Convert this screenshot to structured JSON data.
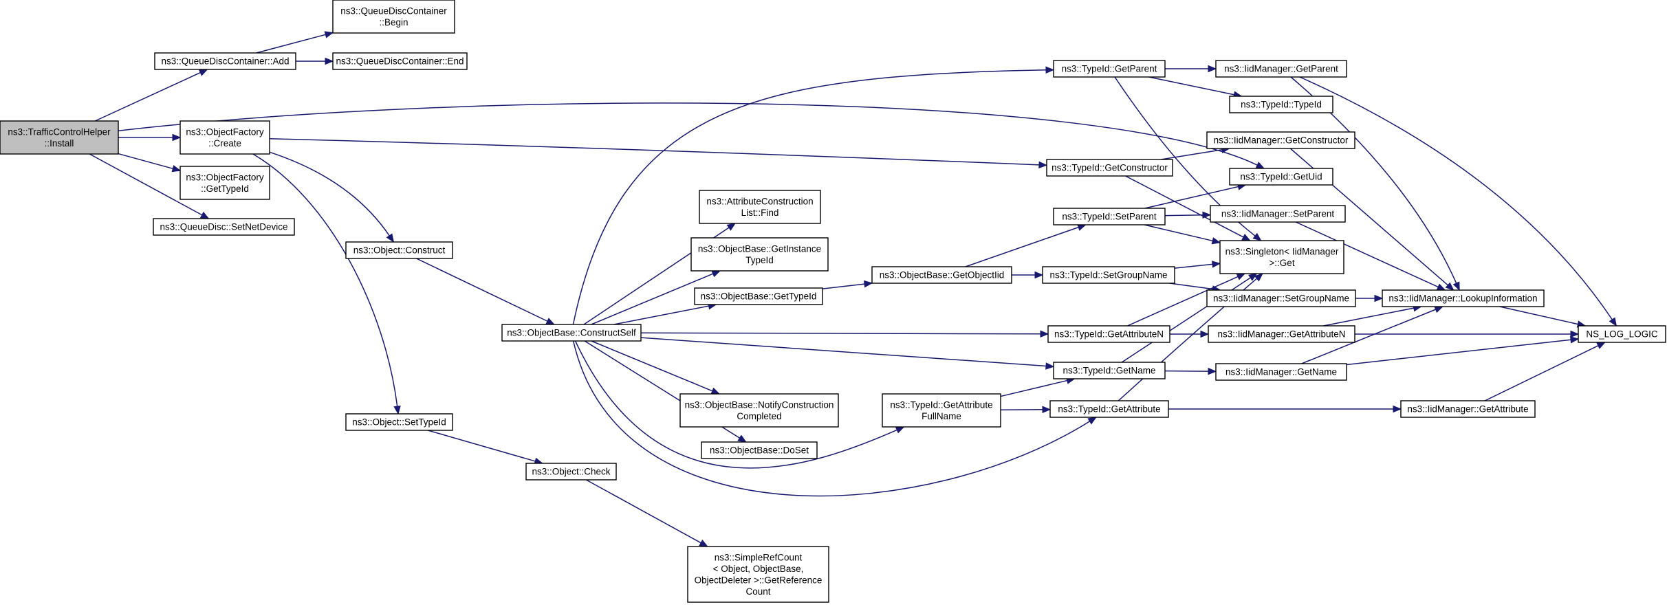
{
  "colors": {
    "edge": "#191970",
    "node_border": "#000000",
    "root_fill": "#bfbfbf",
    "node_fill": "#ffffff"
  },
  "nodes": {
    "install": [
      "ns3::TrafficControlHelper",
      "::Install"
    ],
    "qdc_add": [
      "ns3::QueueDiscContainer::Add"
    ],
    "qdc_begin": [
      "ns3::QueueDiscContainer",
      "::Begin"
    ],
    "qdc_end": [
      "ns3::QueueDiscContainer::End"
    ],
    "of_create": [
      "ns3::ObjectFactory",
      "::Create"
    ],
    "of_gettypeid": [
      "ns3::ObjectFactory",
      "::GetTypeId"
    ],
    "qd_setnetdevice": [
      "ns3::QueueDisc::SetNetDevice"
    ],
    "obj_construct": [
      "ns3::Object::Construct"
    ],
    "obj_settypeid": [
      "ns3::Object::SetTypeId"
    ],
    "obj_check": [
      "ns3::Object::Check"
    ],
    "src_getref": [
      "ns3::SimpleRefCount",
      "< Object, ObjectBase,",
      "ObjectDeleter >::GetReference",
      "Count"
    ],
    "ob_constructself": [
      "ns3::ObjectBase::ConstructSelf"
    ],
    "acl_find": [
      "ns3::AttributeConstruction",
      "List::Find"
    ],
    "ob_getinstancetypeid": [
      "ns3::ObjectBase::GetInstance",
      "TypeId"
    ],
    "ob_gettypeid": [
      "ns3::ObjectBase::GetTypeId"
    ],
    "ob_notify": [
      "ns3::ObjectBase::NotifyConstruction",
      "Completed"
    ],
    "ob_doset": [
      "ns3::ObjectBase::DoSet"
    ],
    "ob_getobjectiid": [
      "ns3::ObjectBase::GetObjectIid"
    ],
    "tid_getattrfullname": [
      "ns3::TypeId::GetAttribute",
      "FullName"
    ],
    "tid_getparent": [
      "ns3::TypeId::GetParent"
    ],
    "tid_getconstructor": [
      "ns3::TypeId::GetConstructor"
    ],
    "tid_setparent": [
      "ns3::TypeId::SetParent"
    ],
    "tid_setgroupname": [
      "ns3::TypeId::SetGroupName"
    ],
    "tid_getattributen": [
      "ns3::TypeId::GetAttributeN"
    ],
    "tid_getname": [
      "ns3::TypeId::GetName"
    ],
    "tid_getattribute": [
      "ns3::TypeId::GetAttribute"
    ],
    "iid_getparent": [
      "ns3::IidManager::GetParent"
    ],
    "tid_typeid": [
      "ns3::TypeId::TypeId"
    ],
    "iid_getconstructor": [
      "ns3::IidManager::GetConstructor"
    ],
    "tid_getuid": [
      "ns3::TypeId::GetUid"
    ],
    "iid_setparent": [
      "ns3::IidManager::SetParent"
    ],
    "singleton_get": [
      "ns3::Singleton< IidManager",
      ">::Get"
    ],
    "iid_setgroupname": [
      "ns3::IidManager::SetGroupName"
    ],
    "iid_lookup": [
      "ns3::IidManager::LookupInformation"
    ],
    "iid_getattributen": [
      "ns3::IidManager::GetAttributeN"
    ],
    "iid_getname": [
      "ns3::IidManager::GetName"
    ],
    "iid_getattribute": [
      "ns3::IidManager::GetAttribute"
    ],
    "ns_log_logic": [
      "NS_LOG_LOGIC"
    ]
  }
}
